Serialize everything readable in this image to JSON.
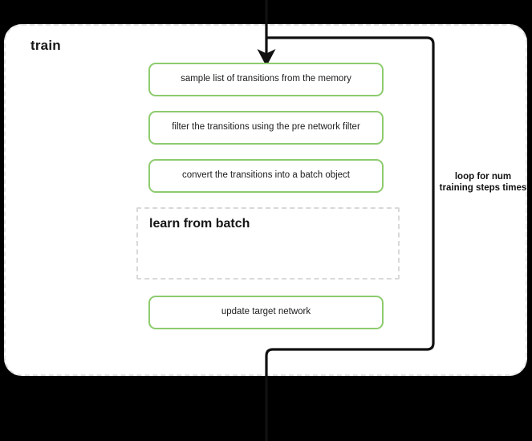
{
  "diagram": {
    "title": "train",
    "background_color": "#000000",
    "container_color": "#ffffff",
    "accent_color": "#8dcb6e",
    "dashed_border_color": "#e2e2e2",
    "line_color": "#111111"
  },
  "steps": [
    {
      "id": "sample",
      "label": "sample list of transitions from the memory"
    },
    {
      "id": "filter",
      "label": "filter the transitions using the pre network filter"
    },
    {
      "id": "convert",
      "label": "convert the transitions into a batch object"
    },
    {
      "id": "update",
      "label": "update target network"
    }
  ],
  "subgraph": {
    "title": "learn from batch",
    "title_line_1": "learn from",
    "title_line_2": "batch"
  },
  "loop": {
    "label": "loop for num training steps times",
    "label_line_1": "loop for num",
    "label_line_2": "training steps",
    "label_line_3": "times"
  },
  "icons": {
    "arrow_down": "arrow-down-icon",
    "loop_path": "loop-arrow-icon"
  }
}
